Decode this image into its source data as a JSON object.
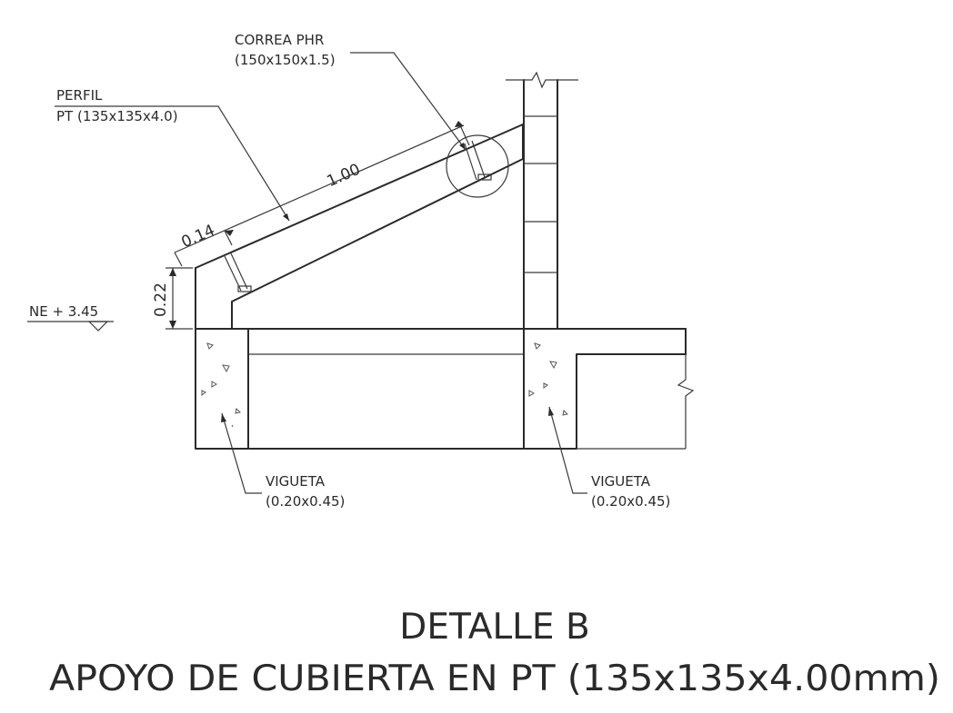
{
  "labels": {
    "correa_line1": "CORREA PHR",
    "correa_line2": "(150x150x1.5)",
    "perfil_line1": "PERFIL",
    "perfil_line2": "PT (135x135x4.0)",
    "level": "NE + 3.45",
    "vigueta_left_line1": "VIGUETA",
    "vigueta_left_line2": "(0.20x0.45)",
    "vigueta_right_line1": "VIGUETA",
    "vigueta_right_line2": "(0.20x0.45)"
  },
  "dimensions": {
    "length": "1.00",
    "offset": "0.14",
    "height": "0.22"
  },
  "title": {
    "line1": "DETALLE B",
    "line2": "APOYO DE CUBIERTA EN PT (135x135x4.00mm)"
  },
  "colors": {
    "ink": "#2a2a2a",
    "background": "#ffffff"
  }
}
